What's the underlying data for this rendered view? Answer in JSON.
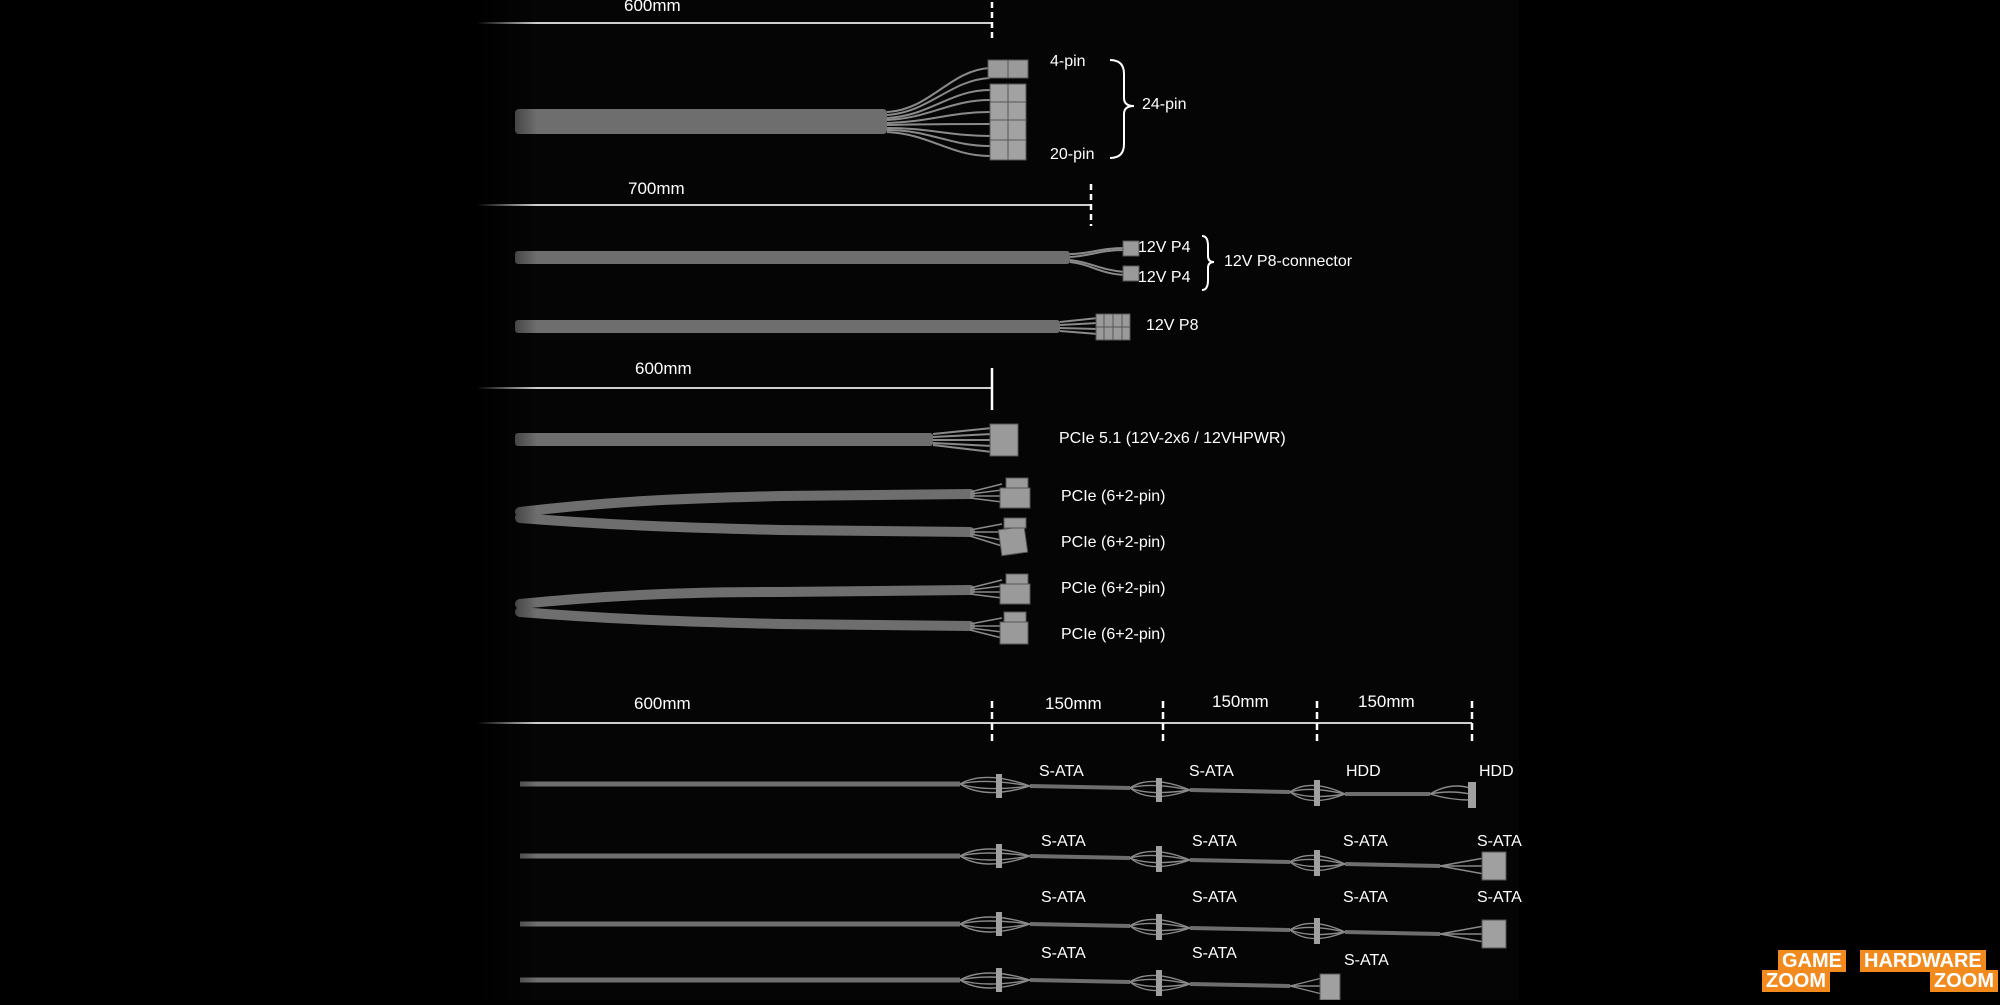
{
  "section_1": {
    "length": "600mm",
    "connectors": {
      "top": "4-pin",
      "bottom": "20-pin"
    },
    "group_label": "24-pin"
  },
  "section_2": {
    "length": "700mm",
    "split_cable": {
      "top": "12V P4",
      "bottom": "12V P4",
      "group_label": "12V P8-connector"
    },
    "single_cable": "12V P8"
  },
  "section_3": {
    "length": "600mm",
    "cables": [
      "PCIe 5.1 (12V-2x6 / 12VHPWR)",
      "PCIe (6+2-pin)",
      "PCIe (6+2-pin)",
      "PCIe (6+2-pin)",
      "PCIe (6+2-pin)"
    ]
  },
  "section_4": {
    "lengths": [
      "600mm",
      "150mm",
      "150mm",
      "150mm"
    ],
    "rows": [
      [
        "S-ATA",
        "S-ATA",
        "HDD",
        "HDD"
      ],
      [
        "S-ATA",
        "S-ATA",
        "S-ATA",
        "S-ATA"
      ],
      [
        "S-ATA",
        "S-ATA",
        "S-ATA",
        "S-ATA"
      ],
      [
        "S-ATA",
        "S-ATA",
        "S-ATA"
      ]
    ]
  },
  "watermark": {
    "game_line1": "GAME",
    "game_line2": "ZOOM",
    "hw_line1": "HARDWARE",
    "hw_line2": "ZOOM"
  },
  "colors": {
    "background": "#000000",
    "cable": "#6f6f6f",
    "connector": "#8a8a8a",
    "text": "#ffffff",
    "logo": "#f28a1e"
  }
}
